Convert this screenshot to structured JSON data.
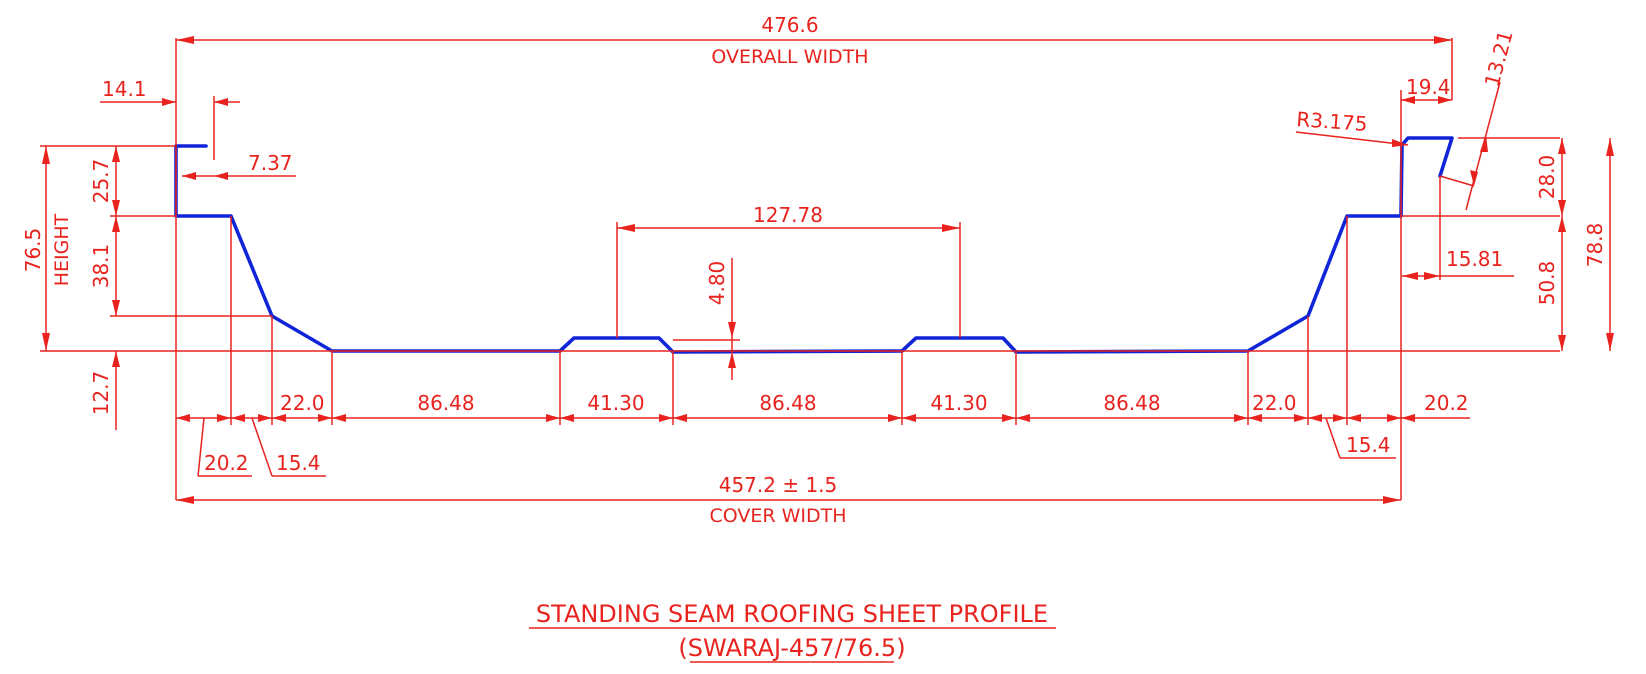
{
  "drawing": {
    "title": "STANDING SEAM ROOFING SHEET PROFILE",
    "subtitle": "(SWARAJ-457/76.5)",
    "profile_color": "#1024d8",
    "dimension_color": "#e8231e",
    "dims": {
      "overall_width": "476.6",
      "overall_width_label": "OVERALL WIDTH",
      "cover_width": "457.2 ± 1.5",
      "cover_width_label": "COVER WIDTH",
      "left_lip": "14.1",
      "left_hook": "7.37",
      "left_seam_height": "25.7",
      "left_rib_height": "38.1",
      "total_height": "76.5",
      "height_label": "HEIGHT",
      "pan_offset": "12.7",
      "center_span": "127.78",
      "mini_rib_height": "4.80",
      "right_top": "19.4",
      "right_lip": "13.21",
      "radius": "R3.175",
      "right_hook": "15.81",
      "right_seam_height": "28.0",
      "right_rib_height": "50.8",
      "right_total_height": "78.8",
      "bottom_left_base": "20.2",
      "bottom_left_slope": "15.4",
      "bottom_left_chamfer": "22.0",
      "pan_1": "86.48",
      "mini_rib_1": "41.30",
      "pan_2": "86.48",
      "mini_rib_2": "41.30",
      "pan_3": "86.48",
      "bottom_right_chamfer": "22.0",
      "bottom_right_slope": "15.4",
      "bottom_right_base": "20.2"
    }
  }
}
